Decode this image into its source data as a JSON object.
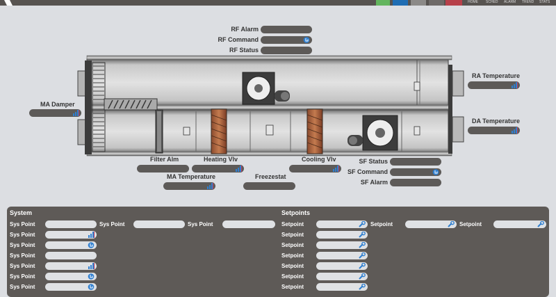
{
  "nav": {
    "items": [
      "HOME",
      "SCHED",
      "ALARM",
      "TREND",
      "STATS"
    ],
    "colors": {
      "green": "#63b55e",
      "blue": "#1f6db3",
      "red": "#b7404a",
      "gray": "#8c8a88"
    }
  },
  "upper_points": {
    "rf_alarm": "RF Alarm",
    "rf_command": "RF Command",
    "rf_status": "RF Status",
    "ra_temperature": "RA Temperature",
    "ma_damper": "MA Damper",
    "da_temperature": "DA Temperature",
    "filter_alm": "Filter Alm",
    "heating_vlv": "Heating Vlv",
    "cooling_vlv": "Cooling Vlv",
    "ma_temperature": "MA Temperature",
    "freezestat": "Freezestat",
    "sf_status": "SF Status",
    "sf_command": "SF Command",
    "sf_alarm": "SF Alarm"
  },
  "system": {
    "title": "System",
    "col_labels": [
      "Sys Point",
      "Sys Point",
      "Sys Point"
    ],
    "rows": [
      "Sys Point",
      "Sys Point",
      "Sys Point",
      "Sys Point",
      "Sys Point",
      "Sys Point",
      "Sys Point"
    ]
  },
  "setpoints": {
    "title": "Setpoints",
    "col_labels": [
      "Setpoint",
      "Setpoint",
      "Setpoint"
    ],
    "rows": [
      "Setpoint",
      "Setpoint",
      "Setpoint",
      "Setpoint",
      "Setpoint",
      "Setpoint",
      "Setpoint"
    ]
  },
  "icons": {
    "trend": "bar-chart-icon",
    "command": "hand-pointer-icon",
    "setpoint": "wrench-icon"
  },
  "colors": {
    "pill": "#5d5a58",
    "panel": "#5e5a57",
    "field": "#dfe1e4",
    "accent_blue": "#2f7fd0",
    "accent_red": "#c23a55"
  }
}
